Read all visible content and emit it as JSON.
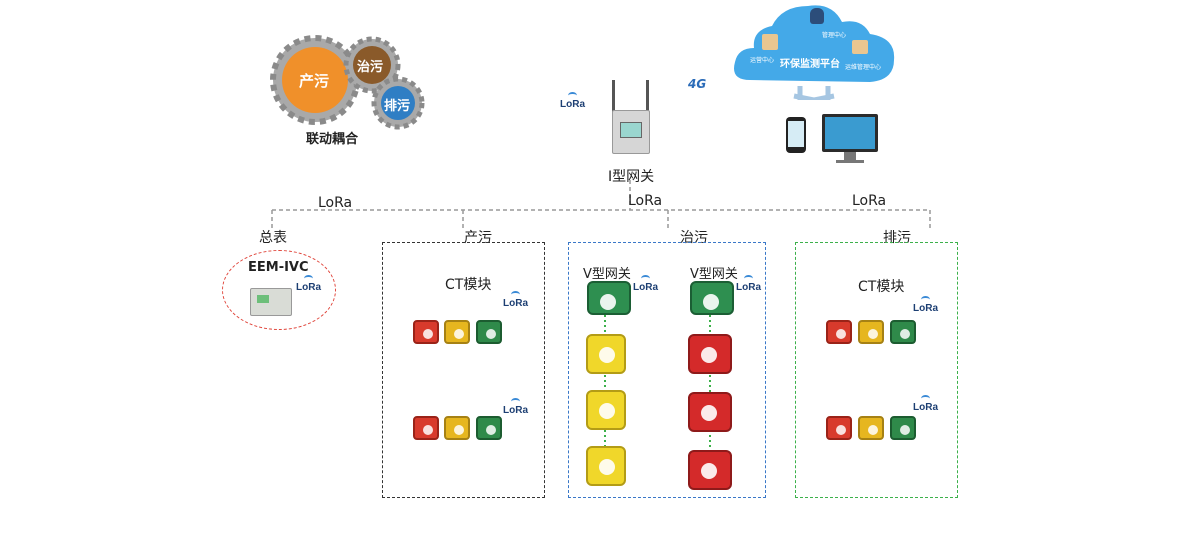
{
  "gears": {
    "g1": "产污",
    "g2": "治污",
    "g3": "排污",
    "caption": "联动耦合"
  },
  "cloud": {
    "title": "环保监测平台",
    "node_left": "运营中心",
    "node_top": "管理中心",
    "node_right": "运维管理中心"
  },
  "gateway": {
    "label": "I型网关",
    "lora": "LoRa",
    "net": "4G"
  },
  "bus": {
    "lora_left": "LoRa",
    "lora_center": "LoRa",
    "lora_right": "LoRa"
  },
  "sections": {
    "total": {
      "label": "总表",
      "device": "EEM-IVC",
      "lora": "LoRa"
    },
    "produce": {
      "label": "产污",
      "module": "CT模块",
      "lora1": "LoRa",
      "lora2": "LoRa"
    },
    "treat": {
      "label": "治污",
      "gw_left": "V型网关",
      "gw_right": "V型网关",
      "lora_left": "LoRa",
      "lora_right": "LoRa"
    },
    "discharge": {
      "label": "排污",
      "module": "CT模块",
      "lora1": "LoRa",
      "lora2": "LoRa"
    }
  },
  "colors": {
    "produce_border": "#333333",
    "treat_border": "#3a78c8",
    "discharge_border": "#3cb04a",
    "total_border": "#e0463c",
    "bus_line": "#999999"
  }
}
